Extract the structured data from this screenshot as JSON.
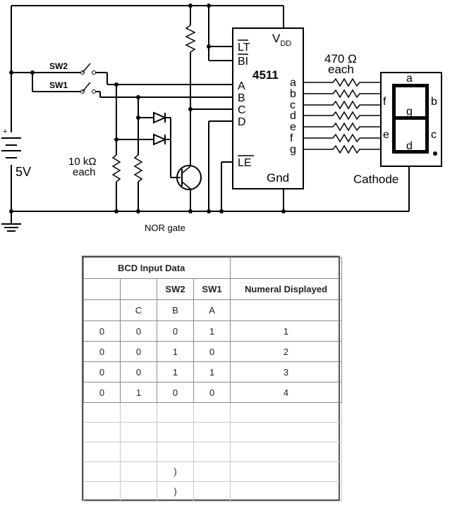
{
  "diagram": {
    "ic_name": "4511",
    "supply_pin": "V",
    "supply_sub": "DD",
    "ground_pin": "Gnd",
    "pins_left": [
      "LT",
      "BI",
      "A",
      "B",
      "C",
      "D",
      "LE"
    ],
    "pins_right": [
      "a",
      "b",
      "c",
      "d",
      "e",
      "f",
      "g"
    ],
    "sw2": "SW2",
    "sw1": "SW1",
    "battery_label": "5V",
    "battery_plus": "+",
    "resistor_top": "470 Ω",
    "resistor_top_each": "each",
    "resistor_left": "10 kΩ",
    "resistor_left_each": "each",
    "nor_label": "NOR gate",
    "display_label": "Cathode",
    "segments": [
      "a",
      "b",
      "c",
      "d",
      "e",
      "f",
      "g"
    ]
  },
  "table": {
    "title": "BCD Input Data",
    "header": [
      "",
      "",
      "SW2",
      "SW1",
      "Numeral Displayed"
    ],
    "letters": [
      "",
      "C",
      "B",
      "A",
      ""
    ],
    "rows": [
      [
        "0",
        "0",
        "0",
        "1",
        "1"
      ],
      [
        "0",
        "0",
        "1",
        "0",
        "2"
      ],
      [
        "0",
        "0",
        "1",
        "1",
        "3"
      ],
      [
        "0",
        "1",
        "0",
        "0",
        "4"
      ],
      [
        "",
        "",
        "",
        "",
        ""
      ],
      [
        "",
        "",
        "",
        "",
        ""
      ],
      [
        "",
        "",
        "",
        "",
        ""
      ],
      [
        "",
        "",
        ")",
        "",
        ""
      ],
      [
        "",
        "",
        ")",
        "",
        ""
      ]
    ]
  }
}
